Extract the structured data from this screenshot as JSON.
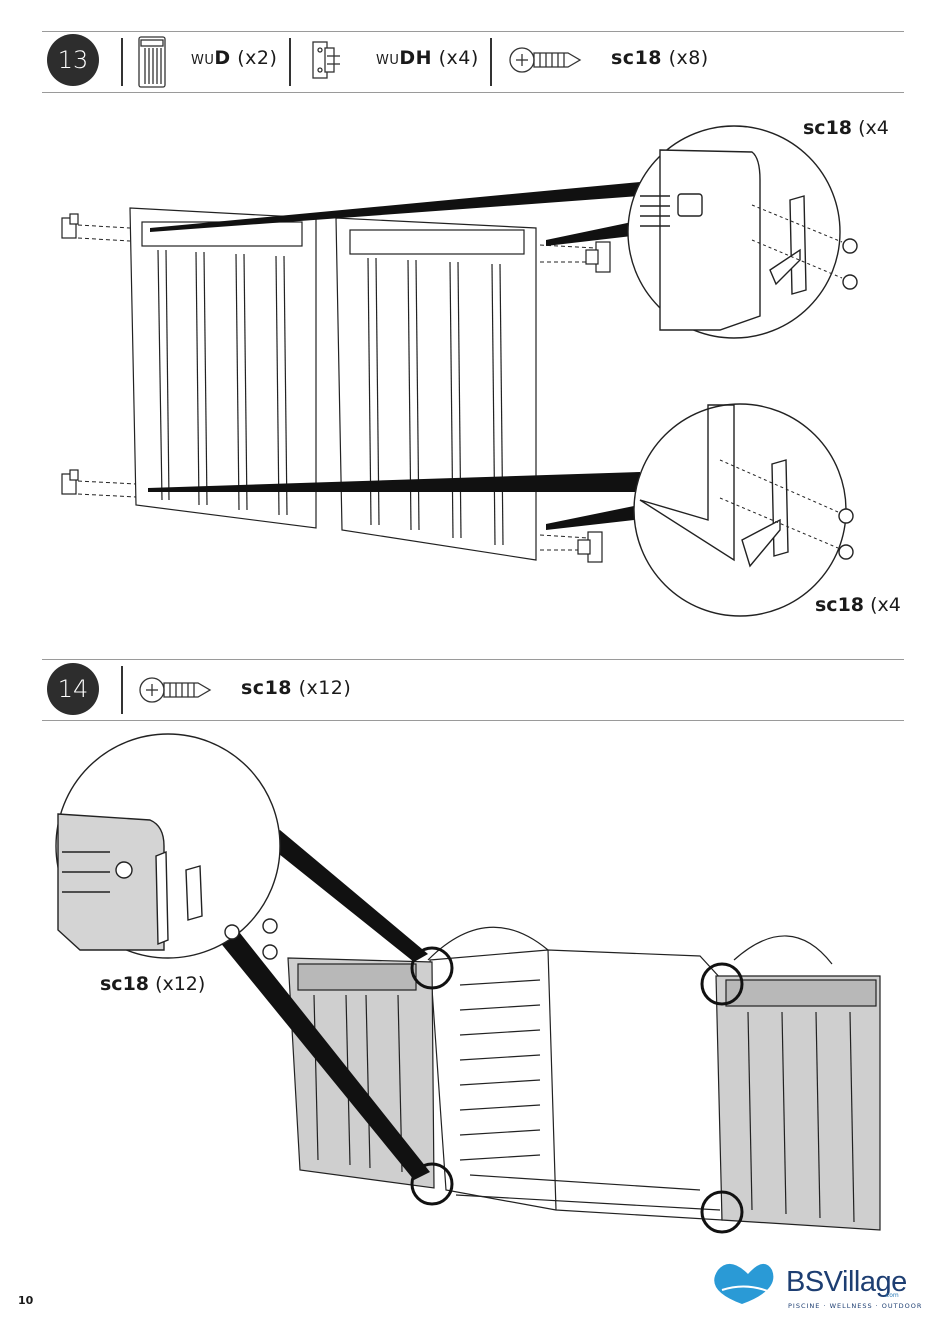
{
  "step13": {
    "number": "13",
    "parts": [
      {
        "code": "D",
        "qty": "(x2)",
        "icon": "door-panel-icon"
      },
      {
        "code": "DH",
        "qty": "(x4)",
        "icon": "door-hinge-icon"
      },
      {
        "code": "sc18",
        "qty": "(x8)",
        "icon": "screw-icon"
      }
    ],
    "callout_top": {
      "code": "sc18",
      "qty": "(x4"
    },
    "callout_bottom": {
      "code": "sc18",
      "qty": "(x4"
    }
  },
  "step14": {
    "number": "14",
    "parts": [
      {
        "code": "sc18",
        "qty": "(x12)",
        "icon": "screw-icon"
      }
    ],
    "callout": {
      "code": "sc18",
      "qty": "(x12)"
    }
  },
  "part_prefix": "WU",
  "footer": {
    "page_number": "10",
    "brand_name": "BSVillage",
    "brand_domain": ".com",
    "brand_tagline": "PISCINE · WELLNESS · OUTDOOR"
  },
  "colors": {
    "brand": "#1d3e72",
    "brand_light": "#2a9ad6",
    "badge": "#2d2d2d"
  }
}
